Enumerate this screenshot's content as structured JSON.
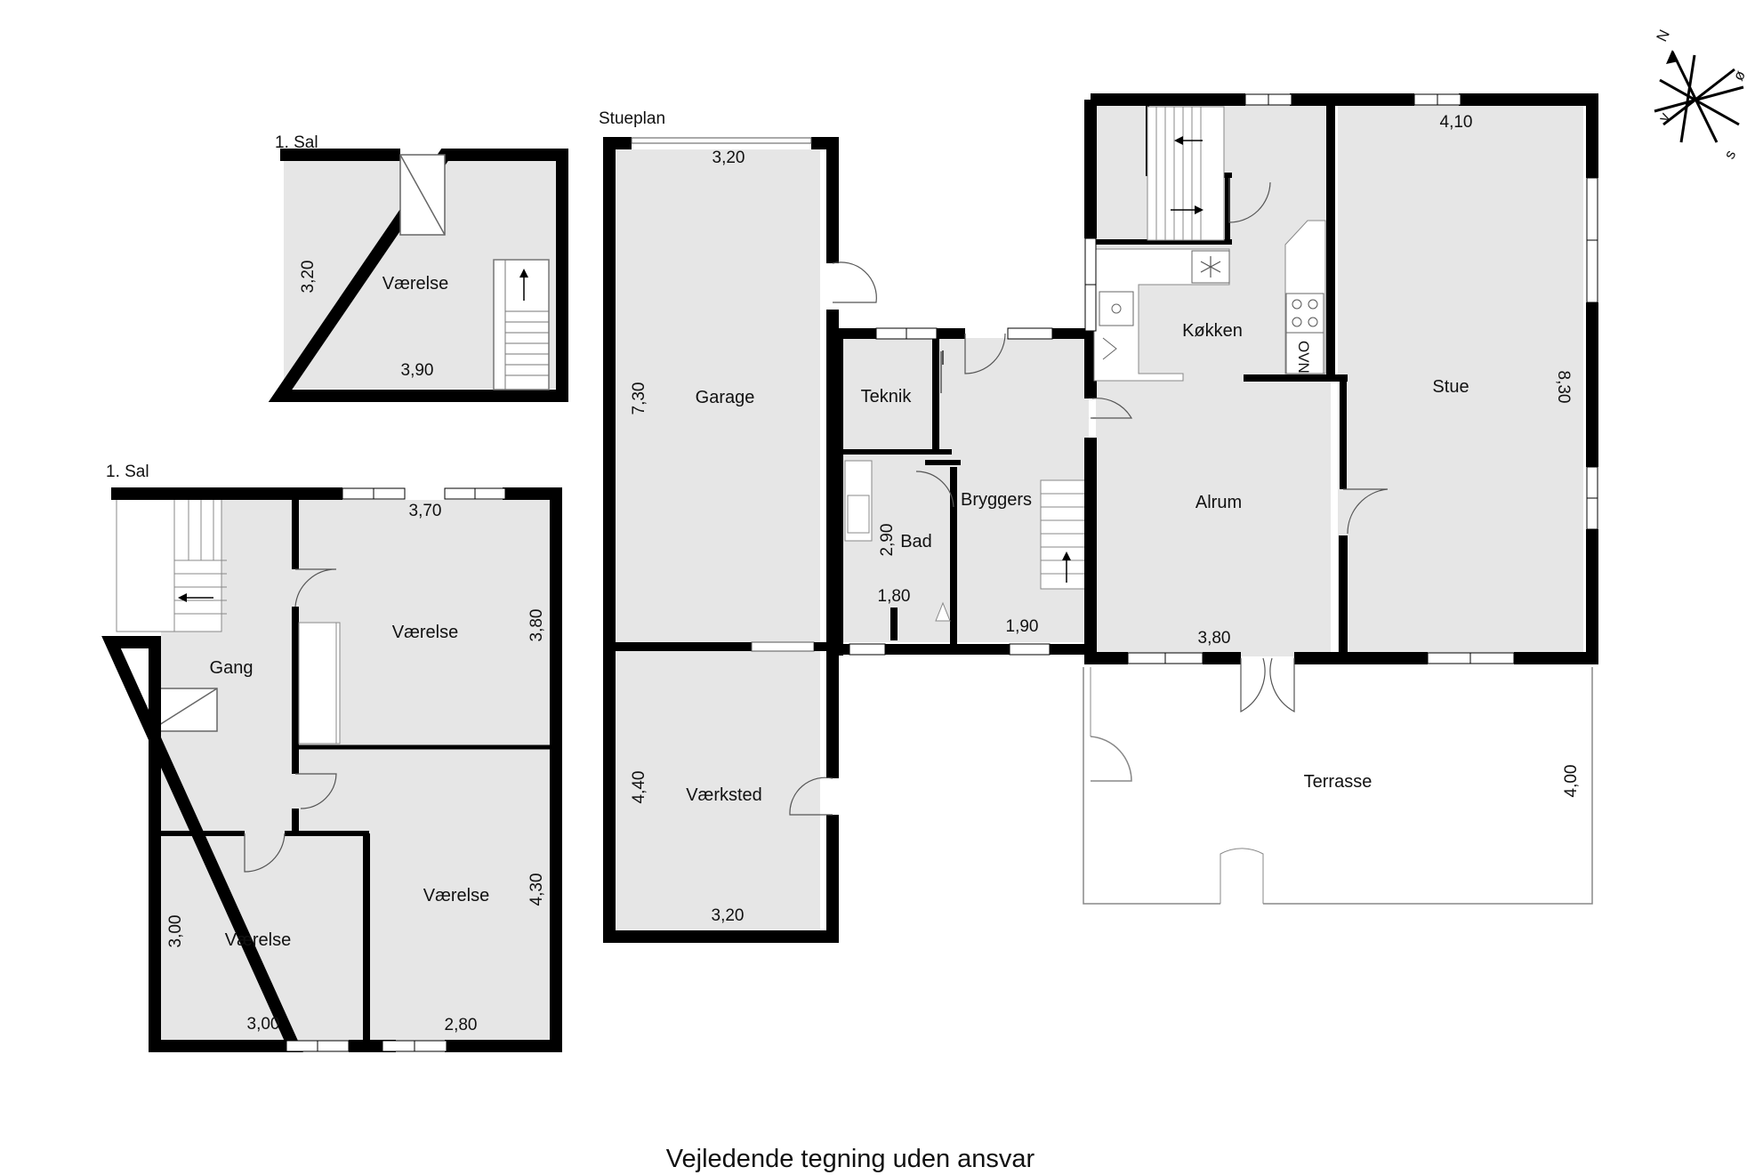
{
  "plans": {
    "loft_small_label": "1. Sal",
    "loft_large_label": "1. Sal",
    "ground_label": "Stueplan"
  },
  "rooms": {
    "loft_vaerelse": "Værelse",
    "gang": "Gang",
    "vaerelse_ne": "Værelse",
    "vaerelse_se": "Værelse",
    "vaerelse_sw": "Værelse",
    "garage": "Garage",
    "vaerksted": "Værksted",
    "teknik": "Teknik",
    "bad": "Bad",
    "bryggers": "Bryggers",
    "koekken": "Køkken",
    "alrum": "Alrum",
    "stue": "Stue",
    "terrasse": "Terrasse"
  },
  "dimensions": {
    "loft_width": "3,90",
    "loft_depth": "3,20",
    "vaerelse_ne_width": "3,70",
    "vaerelse_ne_depth": "3,80",
    "vaerelse_se_depth": "4,30",
    "vaerelse_se_width": "2,80",
    "vaerelse_sw_depth": "3,00",
    "vaerelse_sw_width": "3,00",
    "garage_width_top": "3,20",
    "garage_depth": "7,30",
    "vaerksted_depth": "4,40",
    "vaerksted_width": "3,20",
    "bad_depth": "2,90",
    "bad_width": "1,80",
    "bryggers_width": "1,90",
    "alrum_width": "3,80",
    "stue_width": "4,10",
    "stue_depth": "8,30",
    "terrasse_depth": "4,00"
  },
  "appliance": {
    "oven_label": "OVN"
  },
  "compass": {
    "north": "N",
    "east": "ø",
    "south": "s",
    "west": "v"
  },
  "footer": {
    "disclaimer": "Vejledende tegning uden ansvar"
  },
  "colors": {
    "wall": "#000000",
    "floor": "#e6e6e6",
    "background": "#ffffff"
  }
}
